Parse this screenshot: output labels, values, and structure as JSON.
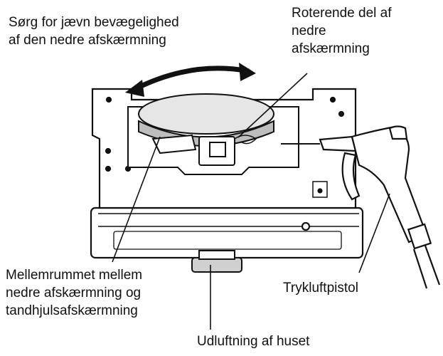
{
  "labels": {
    "smooth_movement": "Sørg for jævn bevægelighed\naf den nedre afskærmning",
    "rotating_part": "Roterende del af\nnedre\nafskærmning",
    "gap": "Mellemrummet mellem\nnedre afskærmning og\ntandhjulsafskærmning",
    "air_gun": "Trykluftpistol",
    "housing_vent": "Udluftning af huset"
  }
}
